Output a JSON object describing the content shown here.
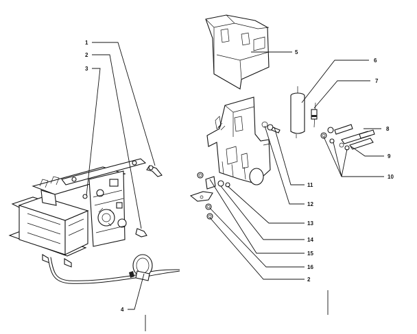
{
  "callouts": [
    {
      "text": "1"
    },
    {
      "text": "2"
    },
    {
      "text": "3"
    },
    {
      "text": "4"
    },
    {
      "text": "5"
    },
    {
      "text": "6"
    },
    {
      "text": "7"
    },
    {
      "text": "8"
    },
    {
      "text": "9"
    },
    {
      "text": "10"
    },
    {
      "text": "11"
    },
    {
      "text": "12"
    },
    {
      "text": "13"
    },
    {
      "text": "14"
    },
    {
      "text": "15"
    },
    {
      "text": "16"
    },
    {
      "text": "2"
    }
  ]
}
